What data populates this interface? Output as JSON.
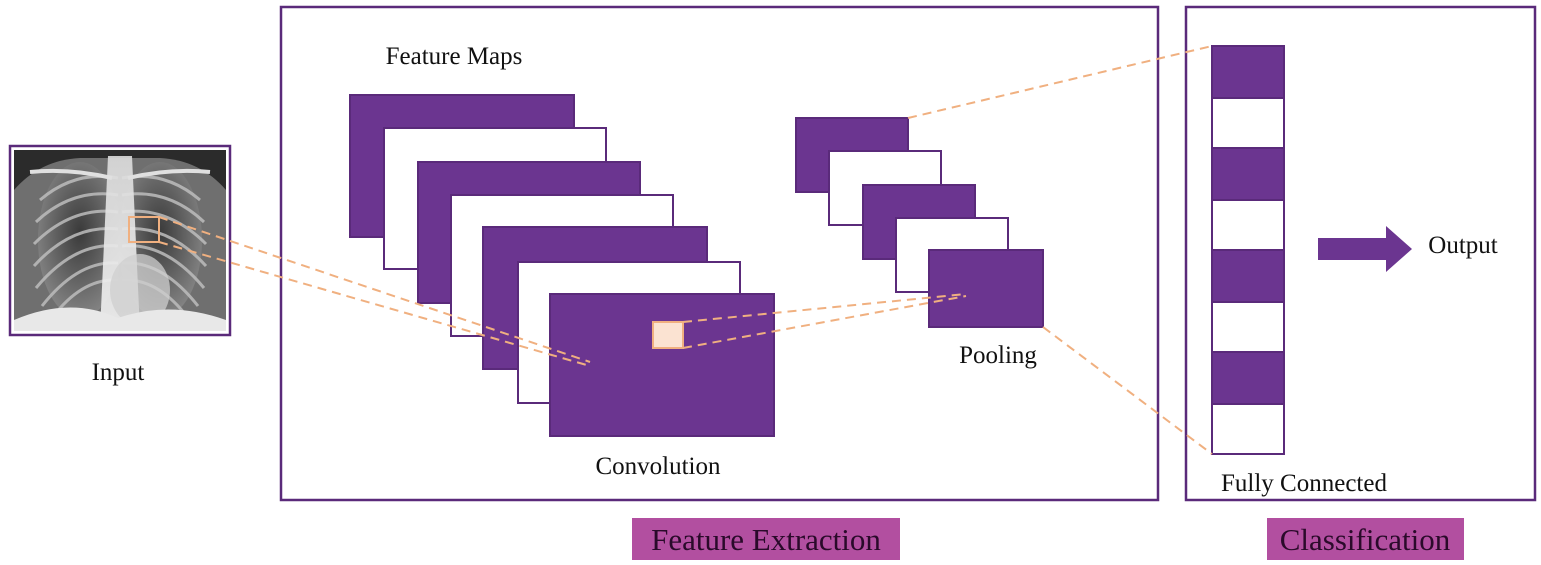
{
  "labels": {
    "input": "Input",
    "feature_maps": "Feature Maps",
    "convolution": "Convolution",
    "pooling": "Pooling",
    "fully_connected": "Fully Connected",
    "output": "Output",
    "feature_extraction": "Feature Extraction",
    "classification": "Classification"
  },
  "colors": {
    "purple": "#6b3590",
    "frame": "#5a2a7a",
    "connector": "#f0b080",
    "highlight_fill": "#fbe3d2",
    "caption_bg": "#b24fa0"
  },
  "icons": {
    "input_image": "chest-xray-image",
    "output_arrow": "arrow-right-icon"
  }
}
